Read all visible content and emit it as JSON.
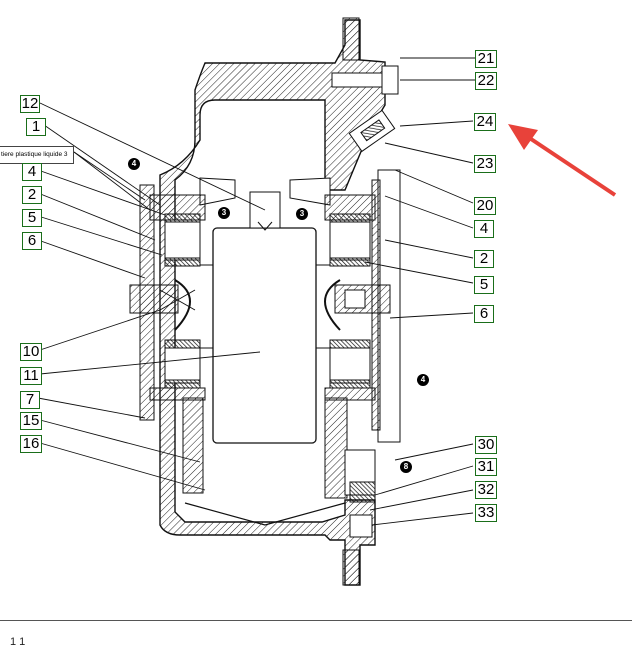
{
  "note_box": "tiere plastique liquide 3",
  "labels_left": [
    "12",
    "1",
    "4",
    "2",
    "5",
    "6",
    "10",
    "11",
    "7",
    "15",
    "16"
  ],
  "labels_right": [
    "21",
    "22",
    "24",
    "23",
    "20",
    "4",
    "2",
    "5",
    "6",
    "30",
    "31",
    "32",
    "33"
  ],
  "circle_markers": {
    "a": "3",
    "b": "3",
    "c": "4",
    "d": "4",
    "e": "8"
  },
  "arrow_color": "#e8423a",
  "label_border_color": "#1a6e1a",
  "bottom_text": "1 1"
}
